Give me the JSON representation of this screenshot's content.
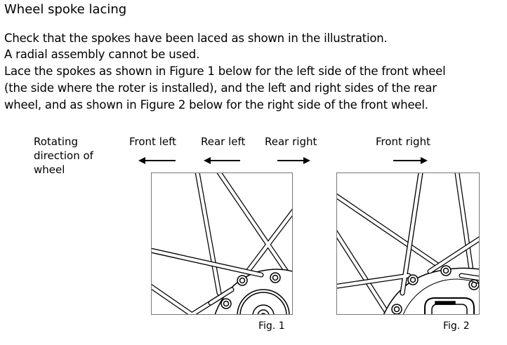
{
  "title": "Wheel spoke lacing",
  "paragraphs": [
    "Check that the spokes have been laced as shown in the illustration.",
    "A radial assembly cannot be used.",
    "Lace the spokes as shown in Figure 1 below for the left side of the front wheel",
    "(the side where the roter is installed), and the left and right sides of the rear",
    "wheel, and as shown in Figure 2 below for the right side of the front wheel."
  ],
  "legend": {
    "rotating_1": "Rotating",
    "rotating_2": "direction of",
    "rotating_3": "wheel",
    "front_left": "Front left",
    "rear_left": "Rear left",
    "rear_right": "Rear right",
    "front_right": "Front right"
  },
  "figures": {
    "fig1": "Fig. 1",
    "fig2": "Fig. 2"
  }
}
